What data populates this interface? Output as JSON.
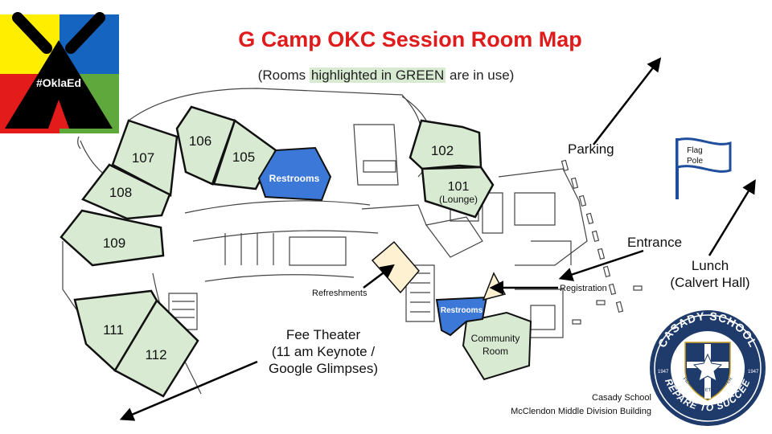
{
  "title": "G Camp OKC Session Room Map",
  "subtitle": {
    "before": "(Rooms ",
    "highlight": "highlighted in GREEN",
    "after": " are in use)"
  },
  "logo": {
    "text": "#OklaEd",
    "icon": "teepee-icon",
    "colors": [
      "#ffee00",
      "#1565c0",
      "#e31b1b",
      "#5fa83c"
    ]
  },
  "rooms": {
    "r106": "106",
    "r105": "105",
    "r107": "107",
    "r108": "108",
    "r109": "109",
    "r111": "111",
    "r112": "112",
    "r102": "102",
    "r101": "101",
    "r101_sub": "(Lounge)",
    "community_line1": "Community",
    "community_line2": "Room"
  },
  "restrooms": {
    "top": "Restrooms",
    "bottom": "Restrooms"
  },
  "labels": {
    "refreshments": "Refreshments",
    "registration": "Registration",
    "parking": "Parking",
    "entrance": "Entrance",
    "lunch_line1": "Lunch",
    "lunch_line2": "(Calvert Hall)",
    "fee_line1": "Fee Theater",
    "fee_line2": "(11 am Keynote /",
    "fee_line3": "Google Glimpses)",
    "flag_line1": "Flag",
    "flag_line2": "Pole"
  },
  "footer": {
    "line1": "Casady School",
    "line2": "McClendon Middle Division Building"
  },
  "seal": {
    "top": "CASADY SCHOOL",
    "bottom": "PREPARE TO SUCCEED",
    "motto": "FIDELITER ET FORTITER",
    "year_left": "1947",
    "year_right": "1947"
  },
  "colors": {
    "room_green": "#d9ead3",
    "restroom_blue": "#3c78d8",
    "refreshment_tan": "#fdf1d2",
    "title_red": "#e01b1b",
    "seal_navy": "#1f3b6b"
  }
}
